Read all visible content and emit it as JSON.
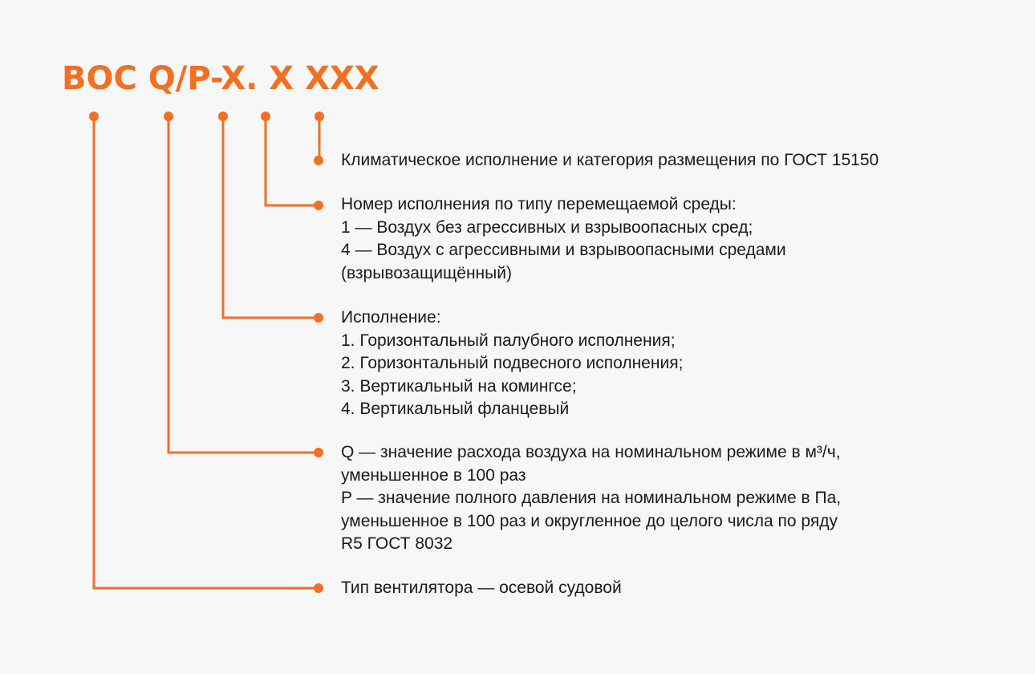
{
  "title": "ВОС Q/P-X. X XXX",
  "accent_color": "#f36f21",
  "text_color": "#1a1a1a",
  "background_color": "#f7f7f7",
  "descriptions": {
    "climate": {
      "lines": [
        "Климатическое исполнение и категория размещения по ГОСТ 15150"
      ]
    },
    "medium": {
      "lines": [
        "Номер исполнения по типу перемещаемой среды:",
        "1 — Воздух без агрессивных и взрывоопасных сред;",
        "4 — Воздух с агрессивными и взрывоопасными средами",
        "(взрывозащищённый)"
      ]
    },
    "execution": {
      "lines": [
        "Исполнение:",
        "1. Горизонтальный палубного исполнения;",
        "2. Горизонтальный подвесного исполнения;",
        "3. Вертикальный на комингсе;",
        "4. Вертикальный фланцевый"
      ]
    },
    "flow_pressure": {
      "lines": [
        "Q — значение расхода воздуха на номинальном режиме в м³/ч,",
        "уменьшенное в 100 раз",
        "P — значение полного давления на номинальном режиме в Па,",
        "уменьшенное в 100 раз и округленное до целого числа по ряду",
        "R5 ГОСТ 8032"
      ]
    },
    "fan_type": {
      "lines": [
        "Тип вентилятора — осевой судовой"
      ]
    }
  }
}
